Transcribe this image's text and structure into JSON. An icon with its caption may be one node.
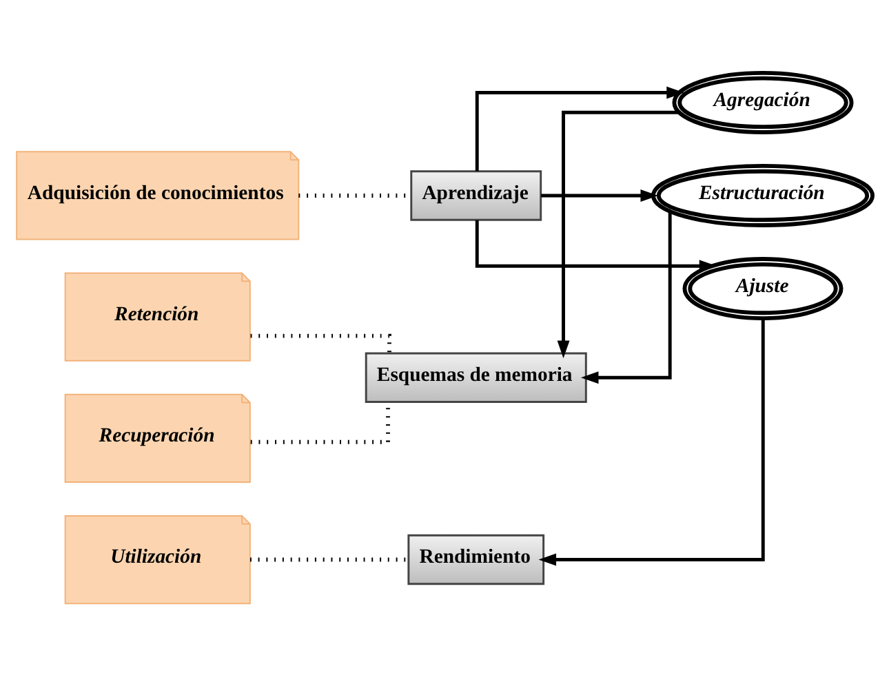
{
  "diagram": {
    "nodes": [
      {
        "text": [
          "Adquisición de conocimientos"
        ]
      },
      {
        "text": [
          "Aprendizaje"
        ]
      },
      {
        "text": [
          "Agregación"
        ]
      },
      {
        "text": [
          "Retención"
        ]
      },
      {
        "text": [
          "Esquemas de memoria"
        ]
      },
      {
        "text": [
          "Estructuración"
        ]
      },
      {
        "text": [
          "Recuperación"
        ]
      },
      {
        "text": [
          "Ajuste"
        ]
      },
      {
        "text": [
          "Utilización"
        ]
      },
      {
        "text": [
          "Rendimiento"
        ]
      }
    ],
    "edges": [
      {
        "from": 0,
        "to": 1,
        "arrow": "none",
        "style": "dashed"
      },
      {
        "from": 3,
        "to": 4,
        "arrow": "none",
        "style": "dashed"
      },
      {
        "from": 6,
        "to": 4,
        "arrow": "none",
        "style": "dashed"
      },
      {
        "from": 8,
        "to": 9,
        "arrow": "none",
        "style": "dashed"
      },
      {
        "from": 1,
        "to": 2,
        "arrow": "to"
      },
      {
        "from": 1,
        "to": 5,
        "arrow": "to"
      },
      {
        "from": 1,
        "to": 7,
        "arrow": "to"
      },
      {
        "from": 2,
        "to": 4,
        "arrow": "to"
      },
      {
        "from": 5,
        "to": 4,
        "arrow": "to"
      },
      {
        "from": 7,
        "to": 9,
        "arrow": "to"
      }
    ]
  }
}
